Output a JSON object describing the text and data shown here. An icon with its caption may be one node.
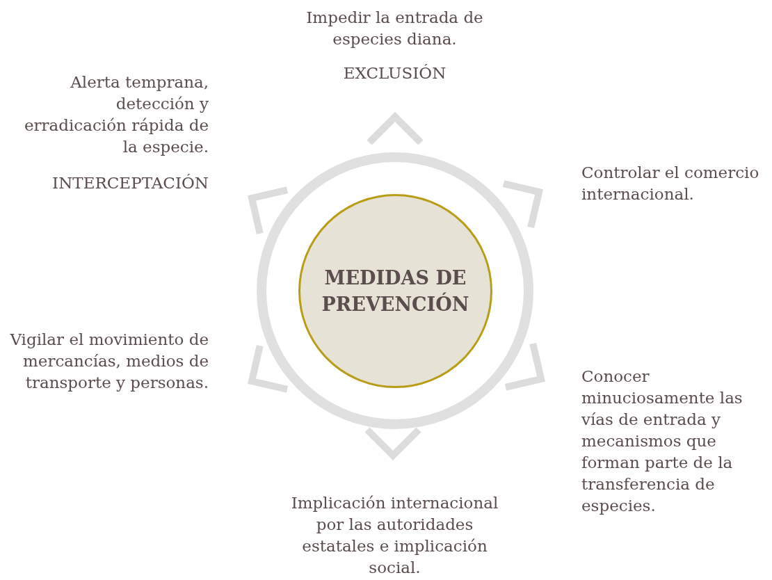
{
  "diagram": {
    "nodes": [
      {
        "text": [
          "MEDIDAS DE PREVENCIÓN"
        ]
      }
    ],
    "labels": [
      "Impedir la entrada de especies diana.",
      "EXCLUSIÓN",
      "Alerta temprana, detección y erradicación rápida de la especie.",
      "INTERCEPTACIÓN",
      "Controlar el comercio internacional.",
      "Vigilar el movimiento de mercancías, medios de transporte y personas.",
      "Conocer minuciosamente las vías de entrada y mecanismos que forman parte de la transferencia de especies.",
      "Implicación internacional por las autoridades estatales e implicación social."
    ]
  }
}
